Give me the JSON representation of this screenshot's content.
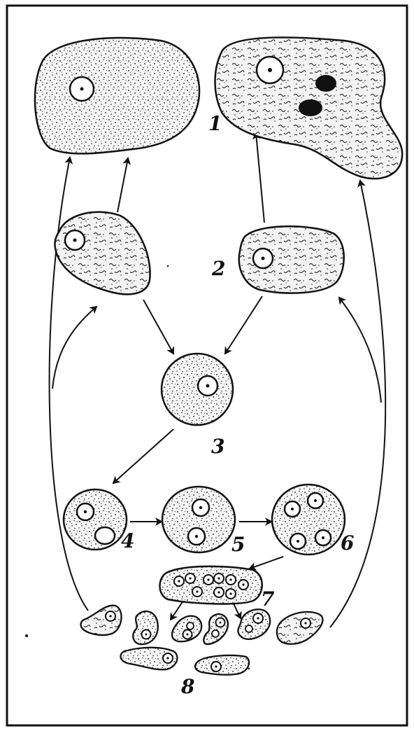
{
  "figure": {
    "stage_labels": [
      "1",
      "2",
      "3",
      "4",
      "5",
      "6",
      "7",
      "8"
    ]
  },
  "colors": {
    "ink": "#111111",
    "paper": "#ffffff",
    "cell_fill": "#f4f4f4"
  }
}
